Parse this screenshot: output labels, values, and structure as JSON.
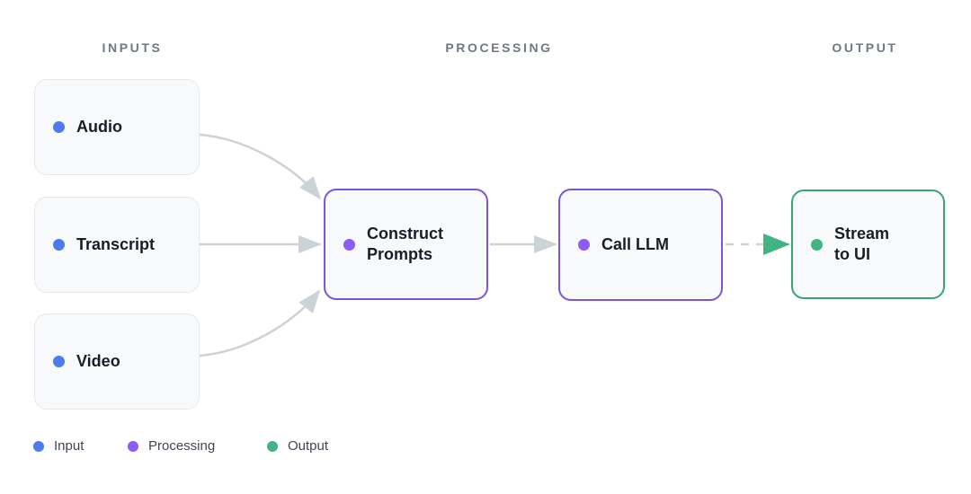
{
  "headers": [
    {
      "label": "INPUTS"
    },
    {
      "label": "PROCESSING"
    },
    {
      "label": "OUTPUT"
    }
  ],
  "nodes": {
    "audio": {
      "label": "Audio",
      "type": "input"
    },
    "transcript": {
      "label": "Transcript",
      "type": "input"
    },
    "video": {
      "label": "Video",
      "type": "input"
    },
    "construct_prompts": {
      "label": "Construct Prompts",
      "type": "processing"
    },
    "call_llm": {
      "label": "Call LLM",
      "type": "processing"
    },
    "stream_to_ui": {
      "label": "Stream to UI",
      "type": "output"
    }
  },
  "edges": [
    {
      "from": "audio",
      "to": "construct_prompts",
      "style": "solid-curved"
    },
    {
      "from": "transcript",
      "to": "construct_prompts",
      "style": "solid-straight"
    },
    {
      "from": "video",
      "to": "construct_prompts",
      "style": "solid-curved"
    },
    {
      "from": "construct_prompts",
      "to": "call_llm",
      "style": "solid-straight"
    },
    {
      "from": "call_llm",
      "to": "stream_to_ui",
      "style": "dashed-green-arrow"
    }
  ],
  "legend": [
    {
      "label": "Input",
      "color": "#4b7bec"
    },
    {
      "label": "Processing",
      "color": "#8b5cf6"
    },
    {
      "label": "Output",
      "color": "#44b384"
    }
  ],
  "colors": {
    "accent_blue": "#4b7bec",
    "accent_purple": "#7c55db",
    "accent_purple_dot": "#8b5cf6",
    "accent_green": "#3aa472",
    "accent_green_dot": "#44b384",
    "edge_gray": "#cdd2d9",
    "node_fill": "#f8f9fb",
    "node_border": "#e7e9ef",
    "header_gray": "#6f7887"
  }
}
